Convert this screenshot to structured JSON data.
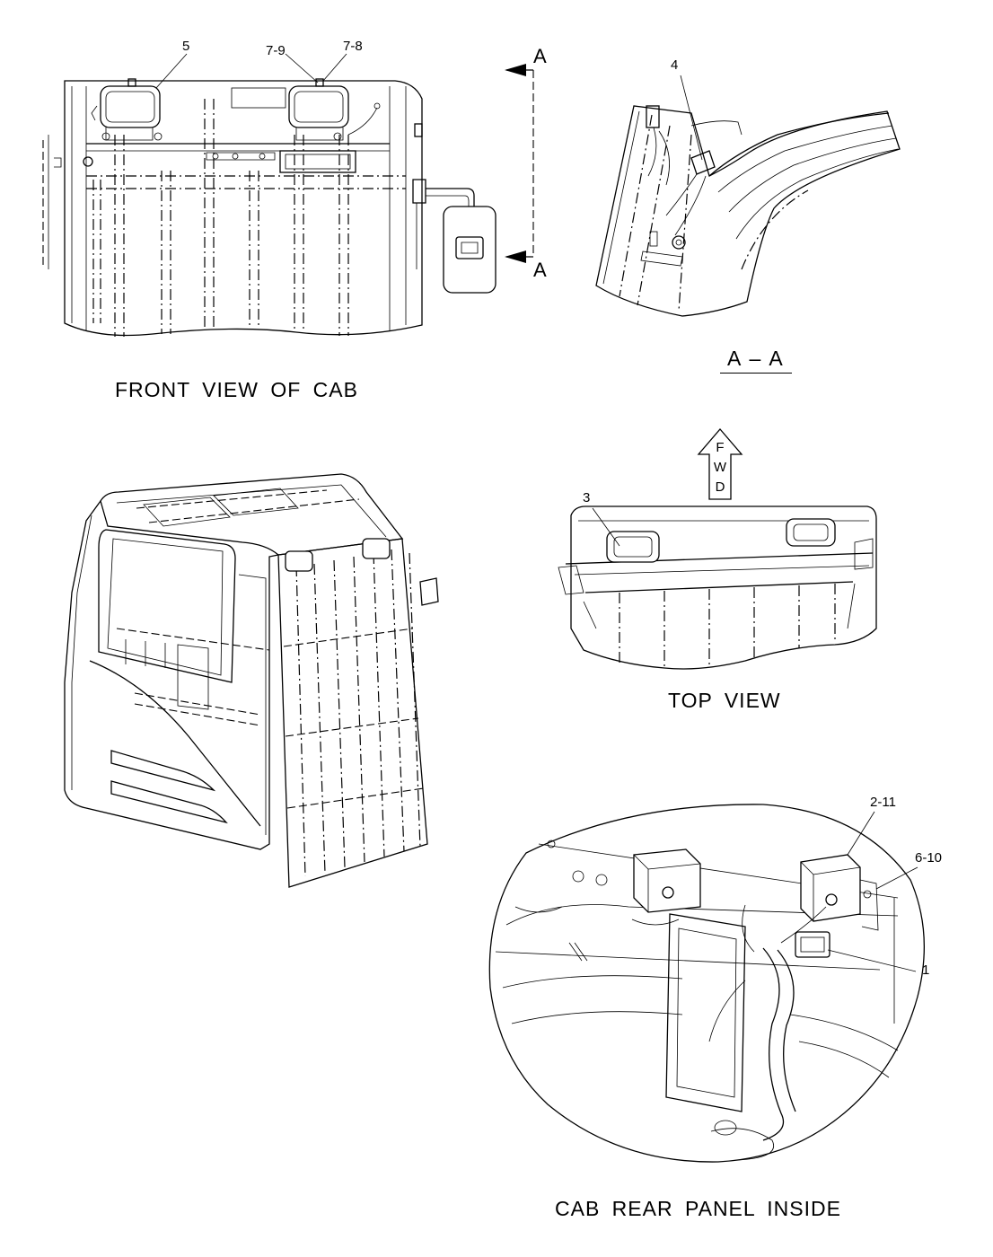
{
  "views": {
    "front": {
      "caption": "FRONT VIEW OF CAB"
    },
    "section": {
      "title": "A – A",
      "marker_top": "A",
      "marker_bottom": "A"
    },
    "top": {
      "caption": "TOP VIEW"
    },
    "rear": {
      "caption": "CAB REAR PANEL INSIDE"
    }
  },
  "fwd_arrow": {
    "letters": [
      "F",
      "W",
      "D"
    ]
  },
  "callouts": [
    {
      "id": "c5",
      "text": "5"
    },
    {
      "id": "c79",
      "text": "7-9"
    },
    {
      "id": "c78",
      "text": "7-8"
    },
    {
      "id": "c4",
      "text": "4"
    },
    {
      "id": "c3",
      "text": "3"
    },
    {
      "id": "c211",
      "text": "2-11"
    },
    {
      "id": "c610",
      "text": "6-10"
    },
    {
      "id": "c1",
      "text": "1"
    }
  ]
}
